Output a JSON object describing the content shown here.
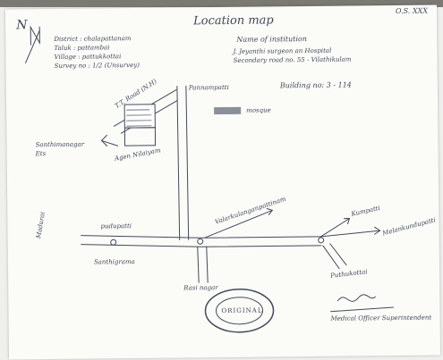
{
  "title": "Location map",
  "corner_note": "O.S. XXX",
  "north_label": "N",
  "admin_details": {
    "district": "District : chalapattanam",
    "taluk": "Taluk : pattambai",
    "village": "Village : pattukkottai",
    "survey_no": "Survey no : 1/2 (Unsurvey)"
  },
  "institution": {
    "heading": "Name of institution",
    "line1": "J. Jeyanthi surgeon an Hospital",
    "line2": "Secondary road no. 55 - Vilathikulam"
  },
  "building_no": "Building no: 3 - 114",
  "labels": {
    "road_top_diag": "T.T. Road (N.H)",
    "road_vertical": "Pannampatti",
    "mosque": "mosque",
    "road_left": "Santhimanagar",
    "road_left_2": "Ets",
    "near_building": "Agen Nilaiyam",
    "road_left_far": "Madurai",
    "junction_left": "pudupatti",
    "below_left": "Santhigrama",
    "road_up_right": "Valarkulanganpattinam",
    "turn_right": "Kumpatti",
    "road_right": "Melankundupatti",
    "below_right": "Puthukottai",
    "below_bottom": "Rasi nagar"
  },
  "seal_text": "ORIGINAL",
  "signature_note": "Medical Officer Superintendent"
}
